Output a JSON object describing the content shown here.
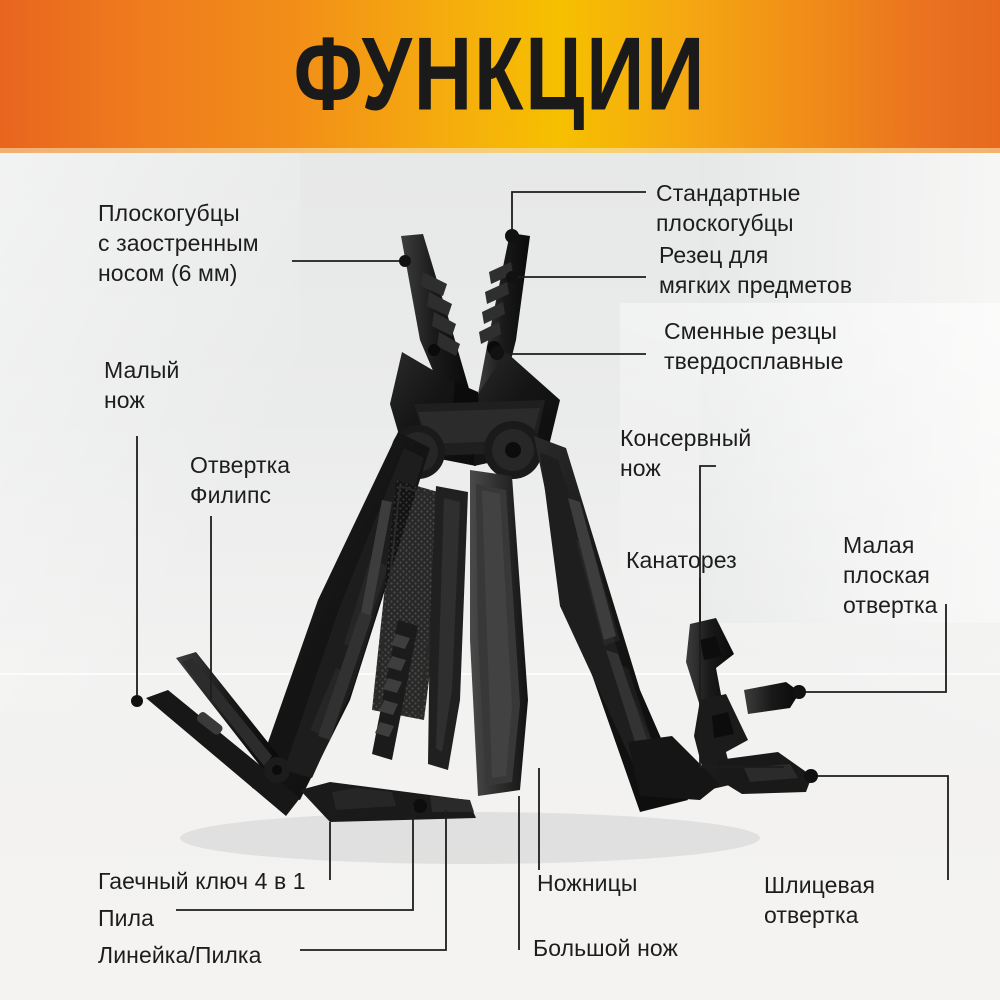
{
  "header": {
    "title": "ФУНКЦИИ",
    "gradient_from": "#e8651f",
    "gradient_mid": "#f6c000",
    "gradient_to": "#e7691e",
    "title_color": "#1a1a1a"
  },
  "page": {
    "background_color": "#eceded",
    "label_color": "#1d1d1d",
    "leader_color": "#1d1d1d"
  },
  "labels": {
    "needle_nose_pliers": "Плоскогубцы\nс заостренным\nносом (6 мм)",
    "standard_pliers": "Стандартные\nплоскогубцы",
    "soft_wire_cutter": "Резец для\nмягких предметов",
    "replaceable_cutters": "Сменные резцы\nтвердосплавные",
    "small_knife": "Малый\nнож",
    "phillips_screwdriver": "Отвертка\nФилипс",
    "can_opener": "Консервный\nнож",
    "wire_cutter": "Канаторез",
    "small_flat_screwdriver": "Малая\nплоская\nотвертка",
    "wrench_4in1": "Гаечный ключ 4 в 1",
    "saw": "Пила",
    "ruler_file": "Линейка/Пилка",
    "scissors": "Ножницы",
    "large_knife": "Большой нож",
    "slotted_screwdriver": "Шлицевая\nотвертка"
  },
  "tool": {
    "name": "black-multitool",
    "color": "#141414",
    "highlight": "#3a3a3a"
  }
}
